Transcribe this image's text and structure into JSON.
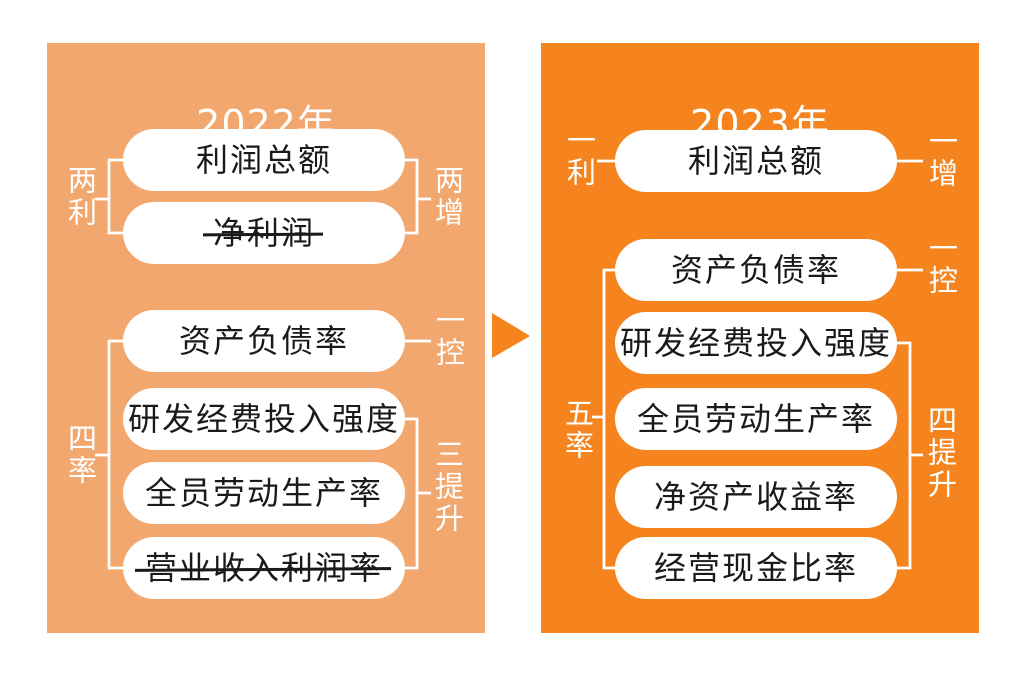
{
  "colors": {
    "panel_2022_bg": "#f1a76e",
    "panel_2023_bg": "#f5841e",
    "arrow": "#f5841e",
    "box_bg": "#ffffff",
    "box_text": "#1a1a1a",
    "line": "#ffffff"
  },
  "arrow": {
    "direction": "right"
  },
  "panels": [
    {
      "title": "2022年",
      "bg": "#f1a76e",
      "boxes": [
        {
          "label": "利润总额",
          "struck": false
        },
        {
          "label": "净利润",
          "struck": true
        },
        {
          "label": "资产负债率",
          "struck": false
        },
        {
          "label": "研发经费投入强度",
          "struck": false
        },
        {
          "label": "全员劳动生产率",
          "struck": false
        },
        {
          "label": "营业收入利润率",
          "struck": true
        }
      ],
      "connectors": [
        {
          "label": "两利",
          "side": "left",
          "boxes": [
            0,
            1
          ]
        },
        {
          "label": "两增",
          "side": "right",
          "boxes": [
            0,
            1
          ]
        },
        {
          "label": "一控",
          "side": "right",
          "boxes": [
            2
          ]
        },
        {
          "label": "四率",
          "side": "left",
          "boxes": [
            2,
            3,
            4,
            5
          ]
        },
        {
          "label": "三提升",
          "side": "right",
          "boxes": [
            3,
            4,
            5
          ]
        }
      ]
    },
    {
      "title": "2023年",
      "bg": "#f5841e",
      "boxes": [
        {
          "label": "利润总额",
          "struck": false
        },
        {
          "label": "资产负债率",
          "struck": false
        },
        {
          "label": "研发经费投入强度",
          "struck": false
        },
        {
          "label": "全员劳动生产率",
          "struck": false
        },
        {
          "label": "净资产收益率",
          "struck": false
        },
        {
          "label": "经营现金比率",
          "struck": false
        }
      ],
      "connectors": [
        {
          "label": "一利",
          "side": "left",
          "boxes": [
            0
          ]
        },
        {
          "label": "一增",
          "side": "right",
          "boxes": [
            0
          ]
        },
        {
          "label": "一控",
          "side": "right",
          "boxes": [
            1
          ]
        },
        {
          "label": "五率",
          "side": "left",
          "boxes": [
            1,
            2,
            3,
            4,
            5
          ]
        },
        {
          "label": "四提升",
          "side": "right",
          "boxes": [
            2,
            3,
            4,
            5
          ]
        }
      ]
    }
  ]
}
